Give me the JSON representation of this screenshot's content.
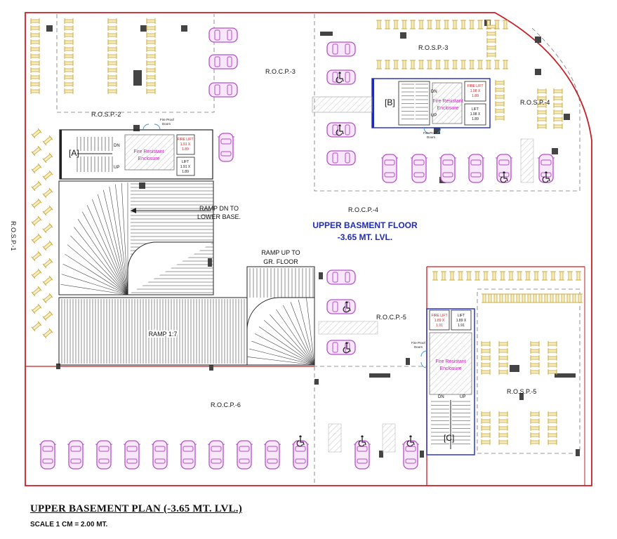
{
  "plan": {
    "heading": "UPPER BASMENT FLOOR",
    "heading_level": "-3.65 MT. LVL.",
    "zones": {
      "rocp3": "R.O.C.P.-3",
      "rosp3": "R.O.S.P.-3",
      "rosp2": "R.O.S.P.-2",
      "rosp4": "R.O.S.P.-4",
      "rosp1": "R.O.S.P.-1",
      "rocp4": "R.O.C.P.-4",
      "rocp5": "R.O.C.P.-5",
      "rosp5": "R.O.S.P.-5",
      "rocp6": "R.O.C.P.-6"
    },
    "ramps": {
      "down_line1": "RAMP DN TO",
      "down_line2": "LOWER BASE.",
      "up_line1": "RAMP UP TO",
      "up_line2": "GR. FLOOR",
      "gradient": "RAMP 1:7"
    },
    "cores": {
      "a": {
        "tag": "[A]",
        "dn": "DN",
        "up": "UP",
        "enclosure1": "Fire Resistant",
        "enclosure2": "Enclosure",
        "fire_lift1": "FIRE LIFT",
        "fire_lift2": "1.91 X",
        "fire_lift3": "1.89",
        "lift1": "LIFT",
        "lift2": "1.91 X",
        "lift3": "1.89",
        "doors1": "Fire Proof",
        "doors2": "Doors"
      },
      "b": {
        "tag": "[B]",
        "dn": "DN",
        "up": "UP",
        "enclosure1": "Fire Resistant",
        "enclosure2": "Enclosure",
        "fire_lift1": "FIRE LIFT",
        "fire_lift2": "1.98 X",
        "fire_lift3": "1.89",
        "lift1": "LIFT",
        "lift2": "1.98 X",
        "lift3": "1.89",
        "doors1": "Fire Proof",
        "doors2": "Doors"
      },
      "c": {
        "tag": "[C]",
        "dn": "DN",
        "up": "UP",
        "enclosure1": "Fire Resistant",
        "enclosure2": "Enclosure",
        "fire_lift1": "FIRE LIFT",
        "fire_lift2": "1.89 X",
        "fire_lift3": "1.91",
        "lift1": "LIFT",
        "lift2": "1.89 X",
        "lift3": "1.91",
        "doors1": "Fire Proof",
        "doors2": "Doors"
      }
    },
    "colors": {
      "boundary": "#c81d25",
      "car": "#b54fc9",
      "scooter": "#d8b84a",
      "lift_text": "#d02020",
      "enclosure_text": "#d11fc4",
      "heading": "#1f2bb8"
    }
  },
  "caption": {
    "title": "UPPER BASEMENT PLAN (-3.65 MT. LVL.)",
    "scale": "SCALE 1 CM = 2.00 MT."
  }
}
